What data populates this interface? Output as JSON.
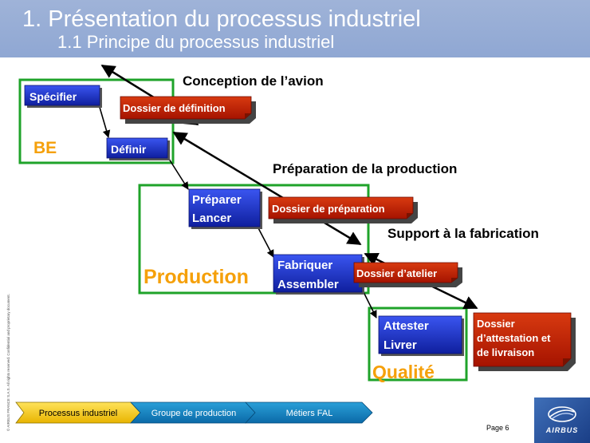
{
  "header": {
    "title": "1.  Présentation du processus industriel",
    "subtitle": "1.1  Principe du processus industriel"
  },
  "side_note": "© AIRBUS FRANCE S.A.S. All rights reserved. Confidential and proprietary document.",
  "diagram": {
    "phases": {
      "conception": "Conception de l’avion",
      "preparation": "Préparation de la production",
      "support": "Support à la fabrication"
    },
    "groups": {
      "be": "BE",
      "production": "Production",
      "qualite": "Qualité"
    },
    "steps": {
      "specifier": "Spécifier",
      "definir": "Définir",
      "preparer": "Préparer",
      "lancer": "Lancer",
      "fabriquer": "Fabriquer",
      "assembler": "Assembler",
      "attester": "Attester",
      "livrer": "Livrer"
    },
    "dossiers": {
      "definition": "Dossier de définition",
      "preparation": "Dossier de préparation",
      "atelier": "Dossier d’atelier",
      "attestation_1": "Dossier",
      "attestation_2": "d’attestation et",
      "attestation_3": "de livraison"
    },
    "colors": {
      "step_blue": "#1a2fc8",
      "dossier_red": "#c01a00",
      "group_green": "#1fa32a",
      "group_label_orange": "#f5a00a"
    }
  },
  "footer": {
    "nav": [
      "Processus industriel",
      "Groupe de production",
      "Métiers FAL"
    ],
    "active_index": 0,
    "page": "Page 6",
    "logo": "AIRBUS"
  }
}
